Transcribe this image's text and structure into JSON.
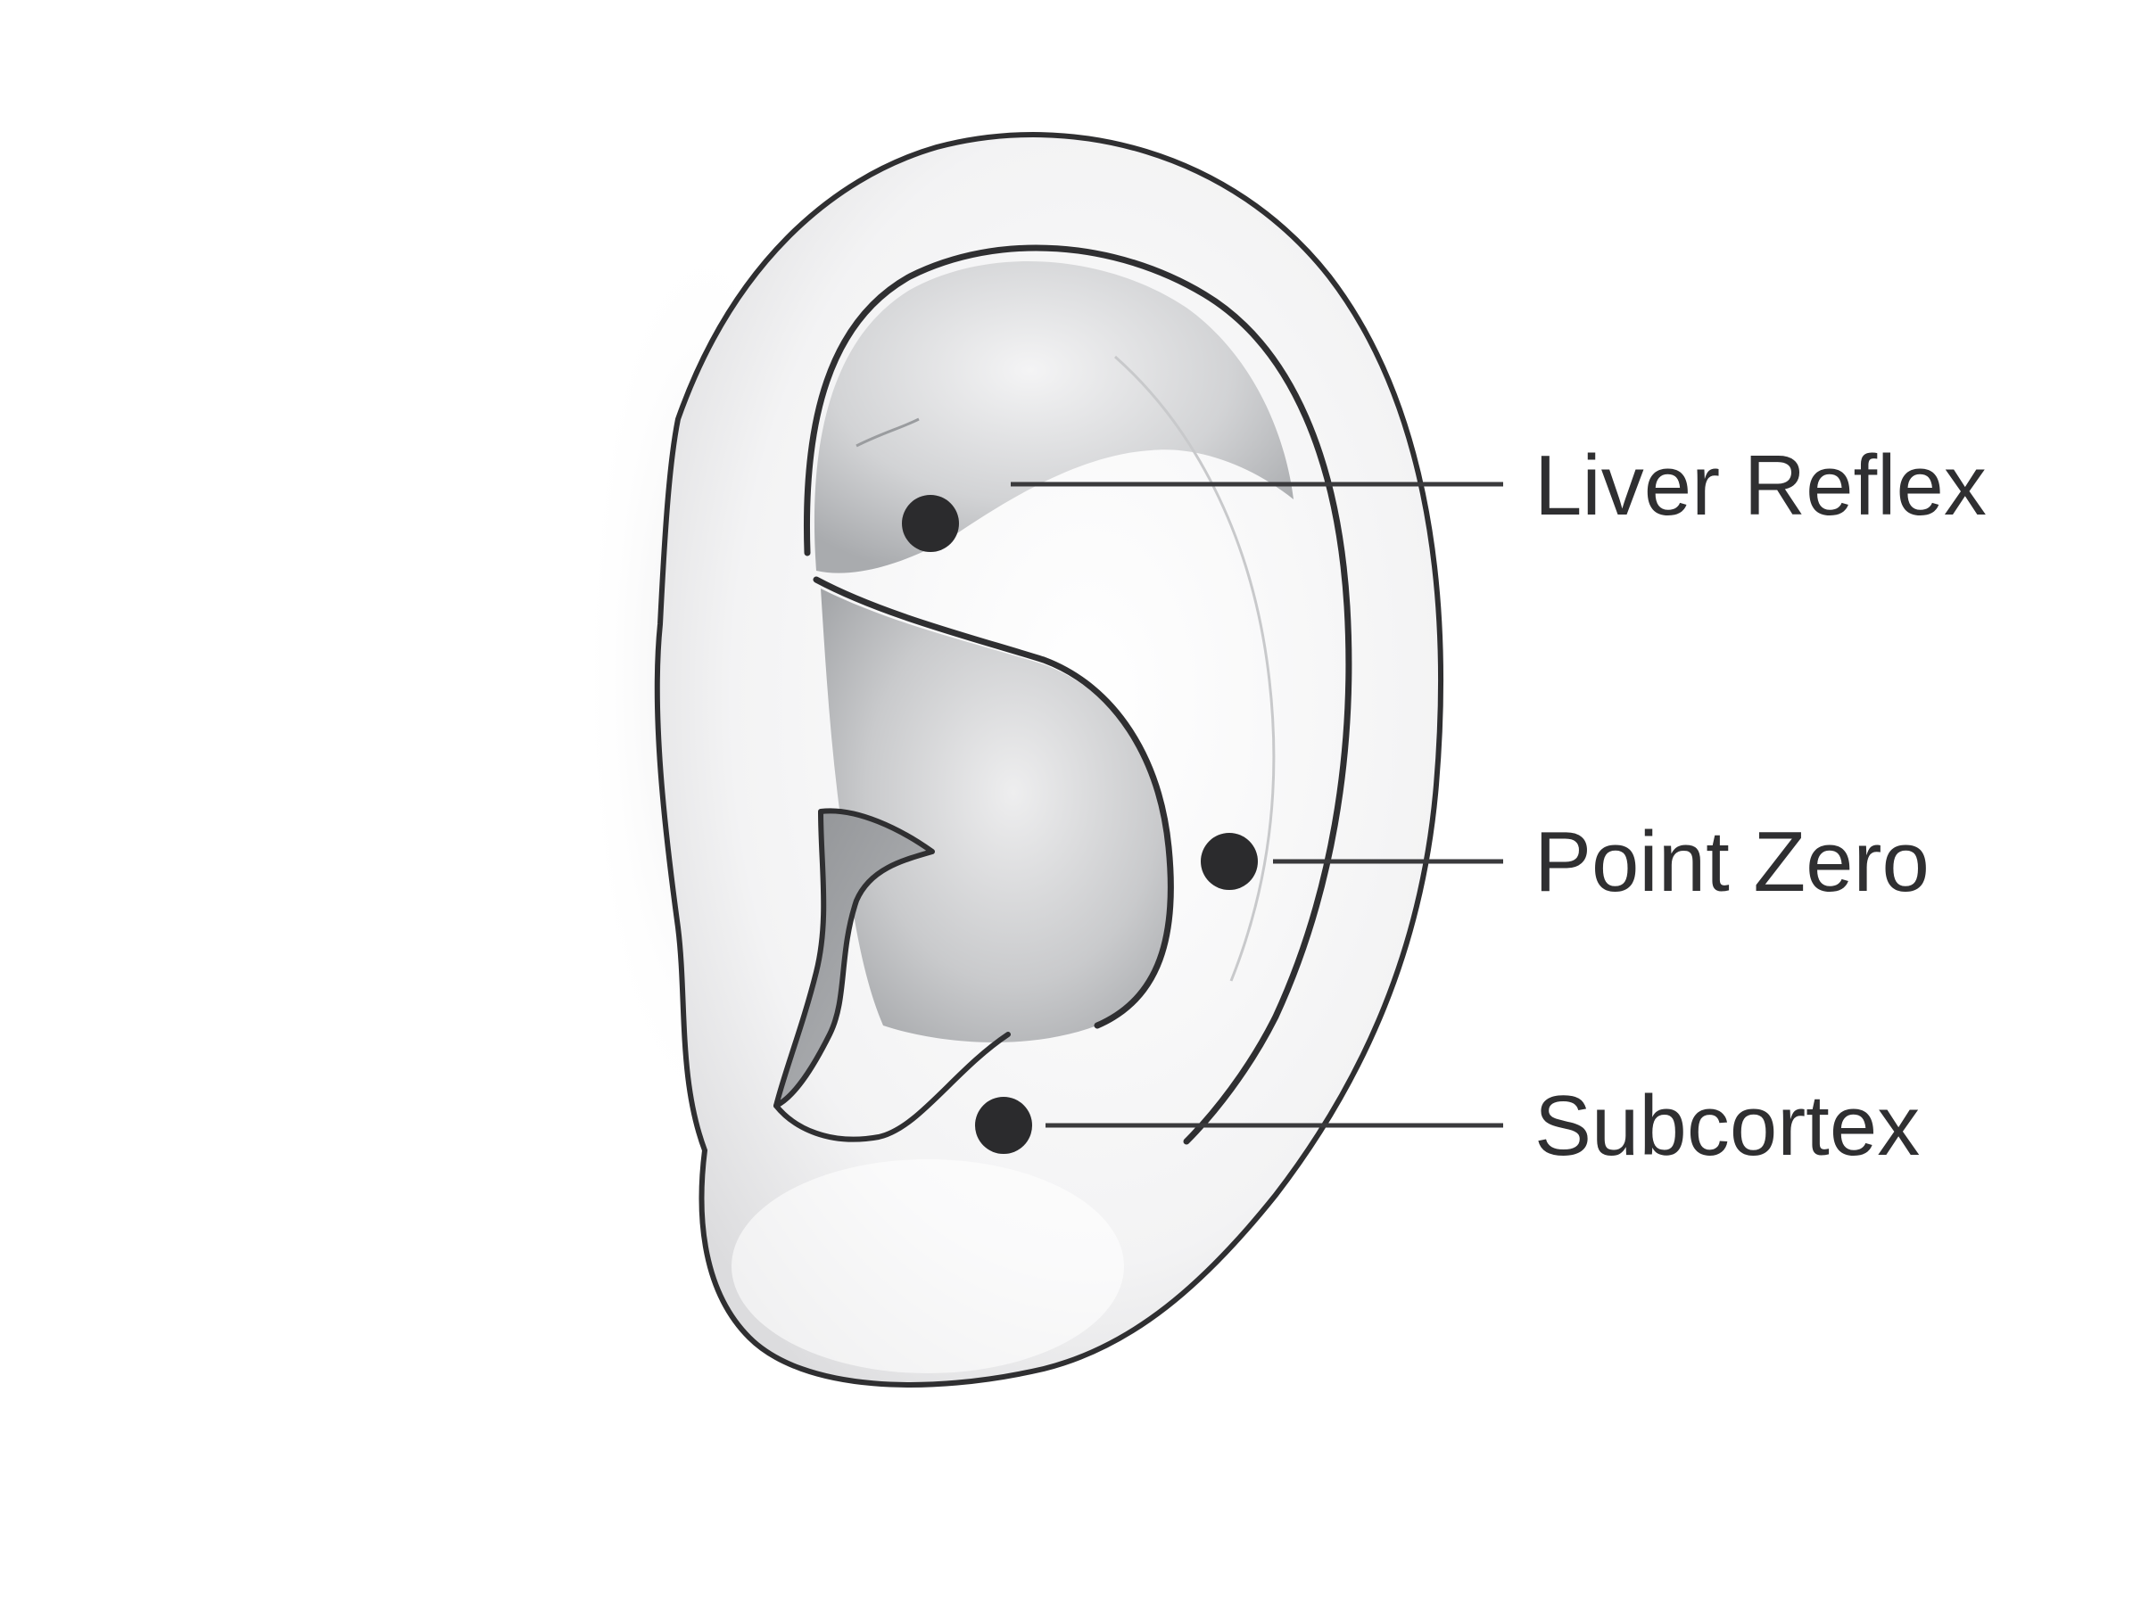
{
  "diagram": {
    "points": [
      {
        "id": "liver-reflex",
        "label": "Liver Reflex"
      },
      {
        "id": "point-zero",
        "label": "Point Zero"
      },
      {
        "id": "subcortex",
        "label": "Subcortex"
      }
    ],
    "colors": {
      "background": "#ffffff",
      "outline": "#2f2f31",
      "marker": "#2b2b2d",
      "label": "#2f2f31",
      "shade_dark": "#b9bbbe",
      "shade_light": "#eeeeef"
    }
  }
}
